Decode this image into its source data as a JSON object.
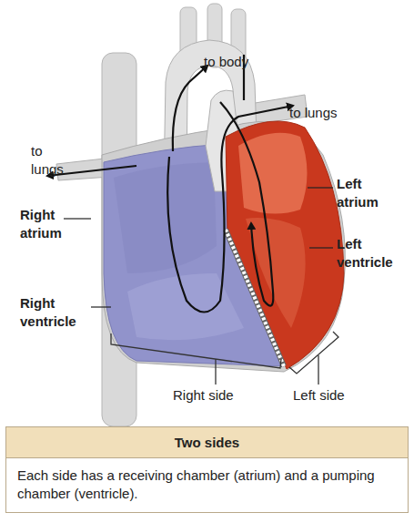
{
  "diagram": {
    "nodes": [
      {
        "text": [
          "Two sides",
          "Each side has a receiving chamber (atrium) and a pumping chamber (ventricle)."
        ]
      }
    ],
    "labels": [
      "to body",
      "to lungs",
      "to lungs",
      "Left atrium",
      "Right atrium",
      "Left ventricle",
      "Right ventricle",
      "Right side",
      "Left side"
    ]
  }
}
